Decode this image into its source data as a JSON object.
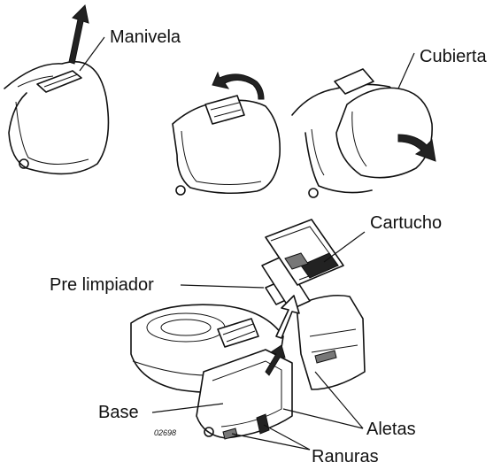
{
  "labels": {
    "manivela": "Manivela",
    "cubierta": "Cubierta",
    "cartucho": "Cartucho",
    "pre_limpiador": "Pre limpiador",
    "base": "Base",
    "aletas": "Aletas",
    "ranuras": "Ranuras",
    "figure_code": "02698"
  }
}
